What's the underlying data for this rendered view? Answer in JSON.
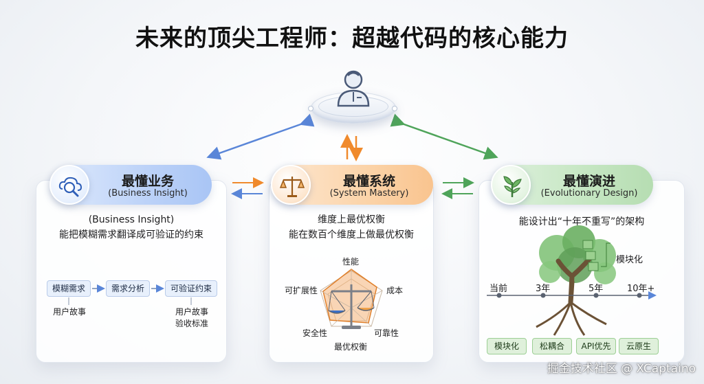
{
  "title": "未来的顶尖工程师：超越代码的核心能力",
  "colors": {
    "business": "#4f7fd6",
    "system": "#f08a2c",
    "evolution": "#4fa45a"
  },
  "business": {
    "title": "最懂业务",
    "subtitle": "(Business Insight)",
    "desc_line1": "(Business Insight)",
    "desc_line2": "能把模糊需求翻译成可验证的约束",
    "flow": [
      "模糊需求",
      "需求分析",
      "可验证约束"
    ],
    "note_left": "用户故事",
    "note_right_1": "用户故事",
    "note_right_2": "验收标准"
  },
  "system": {
    "title": "最懂系统",
    "subtitle": "(System Mastery)",
    "desc_line1": "维度上最优权衡",
    "desc_line2": "能在数百个维度上做最优权衡",
    "radar": {
      "top": "性能",
      "right": "成本",
      "left": "可扩展性",
      "bottom_left": "安全性",
      "bottom_right": "可靠性",
      "bottom": "最优权衡"
    }
  },
  "evolution": {
    "title": "最懂演进",
    "subtitle": "(Evolutionary Design)",
    "desc": "能设计出“十年不重写”的架构",
    "modular_label": "模块化",
    "timeline": [
      "当前",
      "3年",
      "5年",
      "10年+"
    ],
    "tags": [
      "模块化",
      "松耦合",
      "API优先",
      "云原生"
    ]
  },
  "watermark": "掘金技术社区 @ XCaptaino",
  "icons": {
    "hub": "engineer-person-icon",
    "business": "magnifier-cloud-icon",
    "system": "balance-scale-icon",
    "evolution": "sprout-icon"
  }
}
